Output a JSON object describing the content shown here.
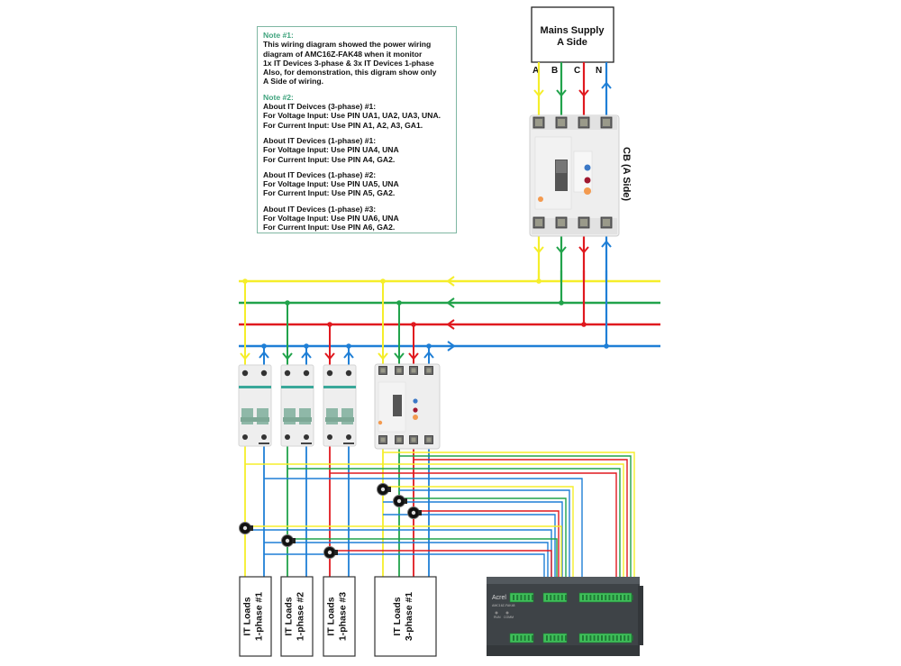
{
  "colors": {
    "phase_a": "#f5ee2a",
    "phase_b": "#21a34b",
    "phase_c": "#e0191f",
    "neutral": "#1f7fd6",
    "note_heading": "#3fa37d",
    "note_border": "#7fb7a3"
  },
  "notes": {
    "note1": {
      "heading": "Note #1:",
      "lines": [
        "This wiring diagram showed the power wiring",
        "diagram of AMC16Z-FAK48 when it monitor",
        "1x IT Devices 3-phase & 3x IT Devices 1-phase",
        "Also, for demonstration, this digram show only",
        "A Side of wiring."
      ]
    },
    "note2": {
      "heading": "Note #2:",
      "blocks": [
        [
          "About IT Deivces (3-phase) #1:",
          "For Voltage Input: Use PIN UA1, UA2, UA3, UNA.",
          "For Current Input: Use PIN A1, A2, A3, GA1."
        ],
        [
          "About IT Devices (1-phase) #1:",
          "For Voltage Input: Use PIN UA4, UNA",
          "For Current Input: Use PIN A4, GA2."
        ],
        [
          "About IT Devices (1-phase) #2:",
          "For Voltage Input: Use PIN UA5, UNA",
          "For Current Input: Use PIN A5, GA2."
        ],
        [
          "About IT Devices (1-phase) #3:",
          "For Voltage Input: Use PIN UA6, UNA",
          "For Current Input: Use PIN A6, GA2."
        ]
      ]
    }
  },
  "mains": {
    "line1": "Mains Supply",
    "line2": "A Side"
  },
  "phase_labels": [
    "A",
    "B",
    "C",
    "N"
  ],
  "cb_label": "CB (A Side)",
  "loads": [
    {
      "line1": "IT Loads",
      "line2": "1-phase #1"
    },
    {
      "line1": "IT Loads",
      "line2": "1-phase #2"
    },
    {
      "line1": "IT Loads",
      "line2": "1-phase #3"
    },
    {
      "line1": "IT Loads",
      "line2": "3-phase #1"
    }
  ],
  "meter": {
    "brand": "Acrel",
    "model": "AMC16Z-FAK48",
    "leds": [
      "RUN",
      "COMM"
    ]
  }
}
